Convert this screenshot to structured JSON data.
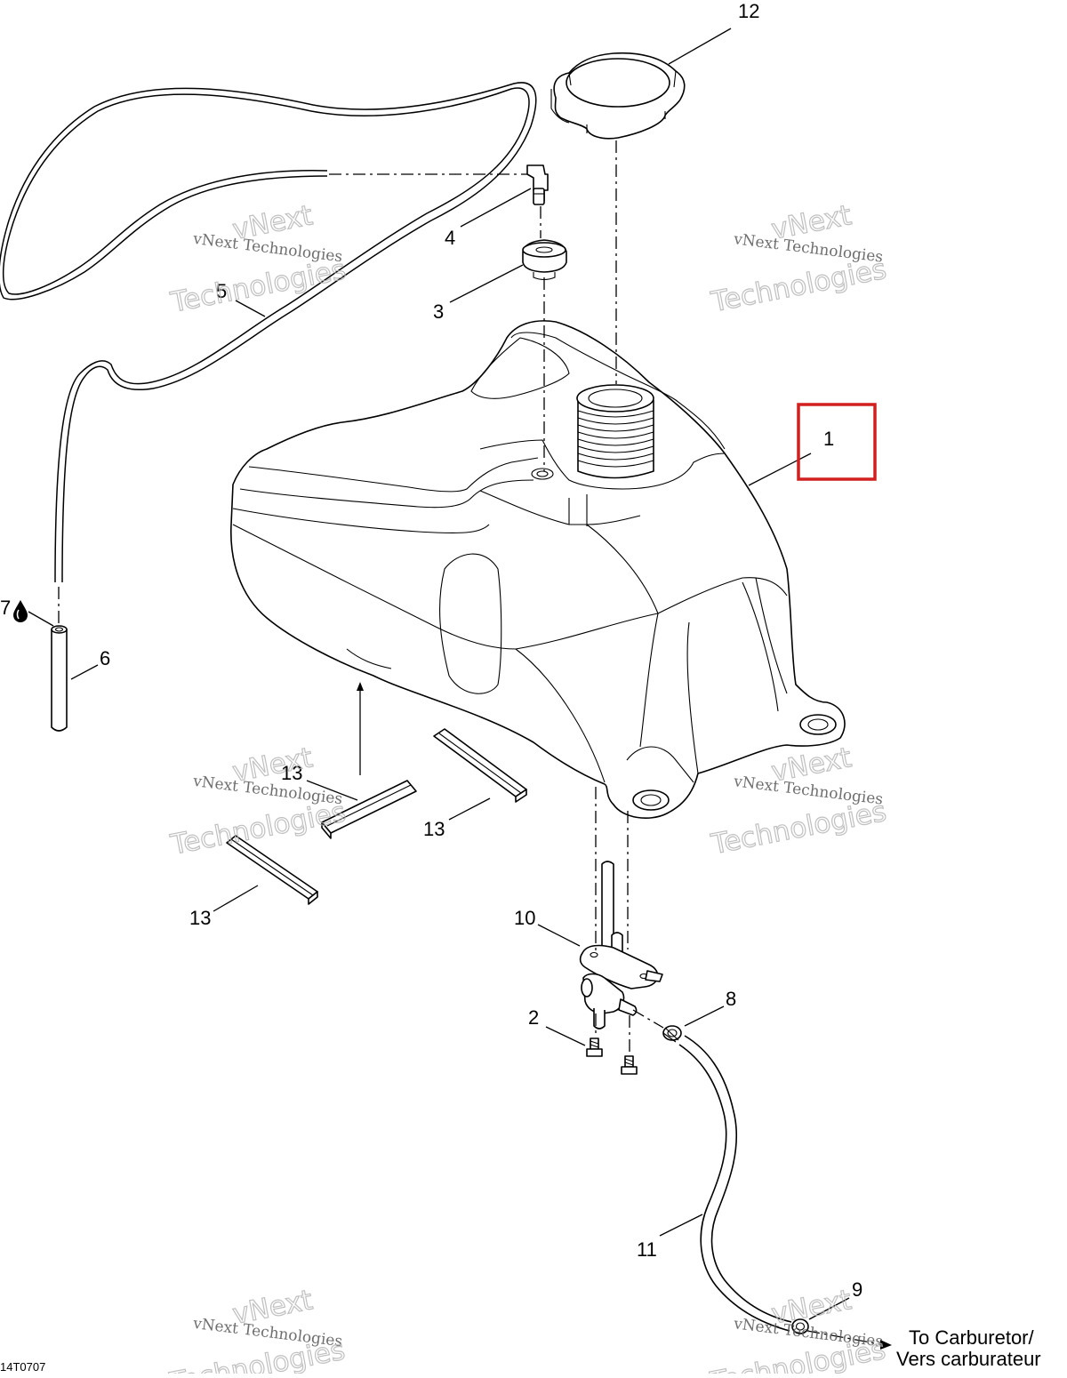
{
  "diagram": {
    "doc_id": "14T0707",
    "callouts": {
      "c1": "1",
      "c2": "2",
      "c3": "3",
      "c4": "4",
      "c5": "5",
      "c6": "6",
      "c7": "7",
      "c8": "8",
      "c9": "9",
      "c10": "10",
      "c11": "11",
      "c12": "12",
      "c13a": "13",
      "c13b": "13",
      "c13c": "13"
    },
    "destination": {
      "line1": "To Carburetor/",
      "line2": "Vers carburateur"
    },
    "watermark": {
      "line1": "vNext",
      "line2": "vNext Technologies",
      "line3": "Technologies"
    },
    "highlight_color": "#d21f1f",
    "icons": [
      "drop-icon"
    ]
  }
}
